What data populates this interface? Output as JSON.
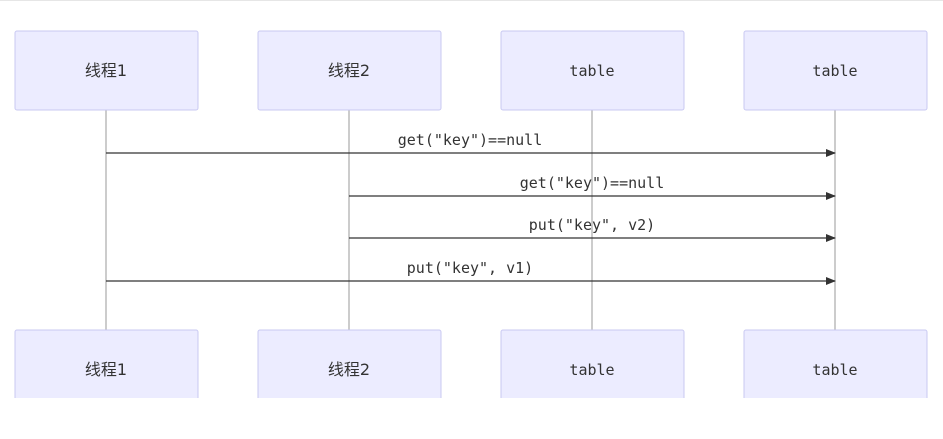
{
  "participants": [
    {
      "id": "p1",
      "label": "线程1"
    },
    {
      "id": "p2",
      "label": "线程2"
    },
    {
      "id": "p3",
      "label": "table"
    },
    {
      "id": "p4",
      "label": "table"
    }
  ],
  "messages": [
    {
      "from": "p1",
      "to": "p4",
      "label": "get(\"key\")==null"
    },
    {
      "from": "p2",
      "to": "p4",
      "label": "get(\"key\")==null"
    },
    {
      "from": "p2",
      "to": "p4",
      "label": "put(\"key\", v2)"
    },
    {
      "from": "p1",
      "to": "p4",
      "label": "put(\"key\", v1)"
    }
  ],
  "colors": {
    "actor_fill": "#ececff",
    "actor_border": "#c9c9f2",
    "line": "#333333"
  }
}
